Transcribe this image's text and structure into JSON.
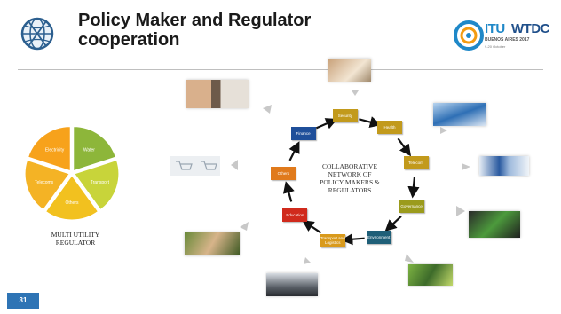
{
  "slide": {
    "title": "Policy Maker and Regulator\ncooperation",
    "network_label": "COLLABORATIVE\nNETWORK OF\nPOLICY MAKERS &\nREGULATORS",
    "pie_label": "MULTI UTILITY\nREGULATOR",
    "page_number": "31"
  },
  "logo": {
    "brand_main": "ITU",
    "brand_sub": "WTDC",
    "location": "BUENOS AIRES 2017",
    "dates": "9-20 October",
    "accent_color": "#1f88c8"
  },
  "pie": {
    "segments": [
      {
        "label": "Electricity",
        "color": "#f7a21b"
      },
      {
        "label": "Water",
        "color": "#8db63a"
      },
      {
        "label": "Transport",
        "color": "#c8d43a"
      },
      {
        "label": "Others",
        "color": "#f2c11f"
      },
      {
        "label": "Telecoms",
        "color": "#f4b325"
      }
    ]
  },
  "network": {
    "nodes": [
      {
        "label": "Security",
        "color": "#c29a1c"
      },
      {
        "label": "Health",
        "color": "#c29a1c"
      },
      {
        "label": "Telecom",
        "color": "#c29a1c"
      },
      {
        "label": "Governance",
        "color": "#9b9b1c"
      },
      {
        "label": "Environment",
        "color": "#1f5f78"
      },
      {
        "label": "Transport and Logistics",
        "color": "#d99a1c"
      },
      {
        "label": "Education",
        "color": "#d02a1c"
      },
      {
        "label": "Others",
        "color": "#e07a1c"
      },
      {
        "label": "Finance",
        "color": "#1f4f9a"
      }
    ]
  }
}
